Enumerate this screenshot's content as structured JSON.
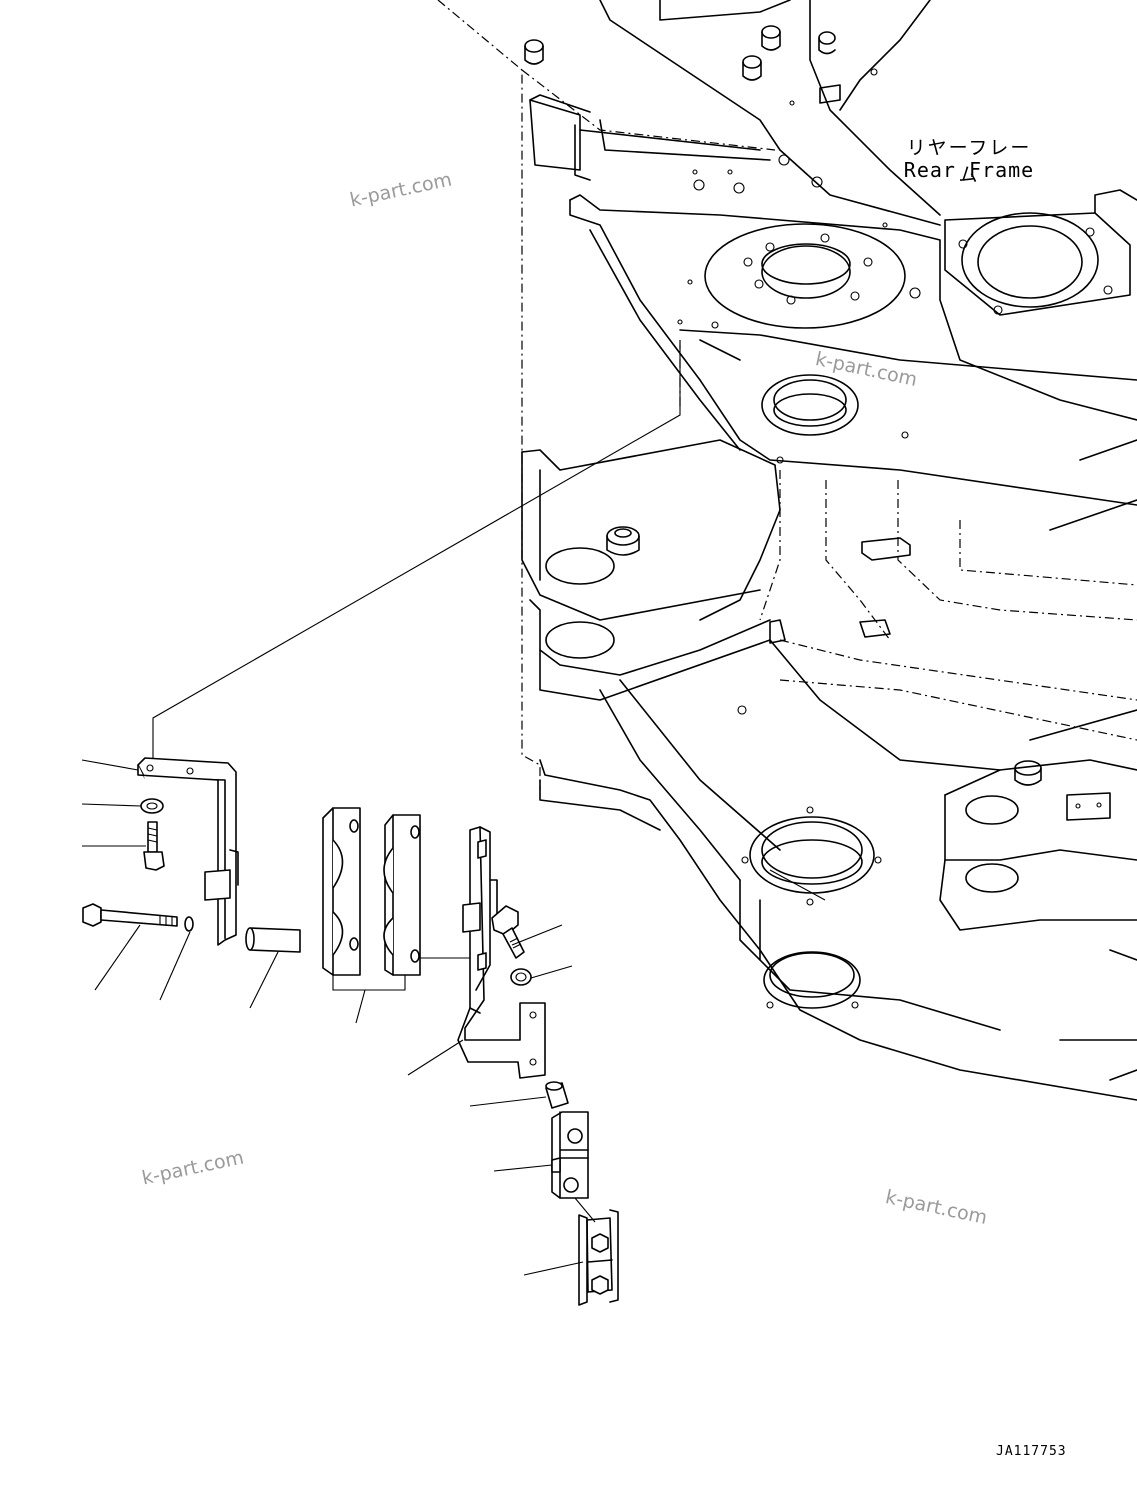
{
  "frame_label": {
    "japanese": "リヤーフレーム",
    "english": "Rear Frame"
  },
  "watermarks": [
    "k-part.com",
    "k-part.com",
    "k-part.com",
    "k-part.com"
  ],
  "drawing_number": "JA117753"
}
